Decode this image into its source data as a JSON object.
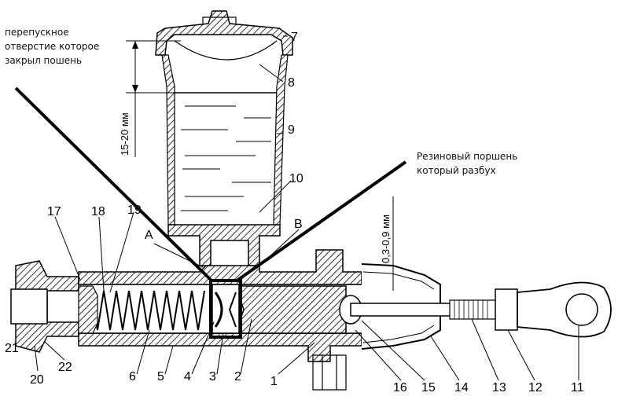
{
  "annotations": {
    "bypass_note": "перепускное\nотверстие которое\nзакрыл пошень",
    "piston_note": "Резиновый поршень\nкоторый разбух"
  },
  "dimensions": {
    "level_gap": "15-20 мм",
    "clearance": "0,3-0,9 мм"
  },
  "letters": {
    "a": "А",
    "b": "В"
  },
  "callouts": [
    "1",
    "2",
    "3",
    "4",
    "5",
    "6",
    "7",
    "8",
    "9",
    "10",
    "11",
    "12",
    "13",
    "14",
    "15",
    "16",
    "17",
    "18",
    "19",
    "20",
    "21",
    "22"
  ],
  "colors": {
    "ink": "#000000",
    "highlight_box": "#000000",
    "background": "#ffffff"
  }
}
